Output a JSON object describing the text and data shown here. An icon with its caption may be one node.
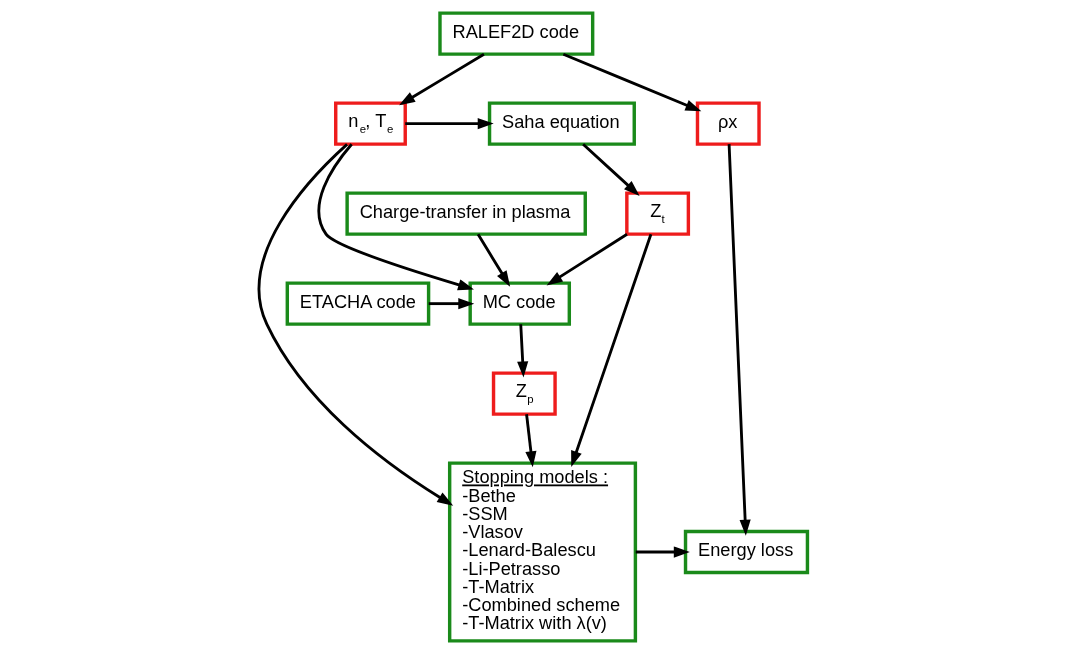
{
  "diagram": {
    "nodes": [
      {
        "text": [
          "RALEF2D code"
        ]
      },
      {
        "text": [
          "ρx"
        ]
      },
      {
        "text": [
          "n$_{e}$, T$_{e}$"
        ]
      },
      {
        "text": [
          "Saha equation"
        ]
      },
      {
        "text": [
          "Z$_{t}$"
        ]
      },
      {
        "text": [
          "ETACHA code"
        ]
      },
      {
        "text": [
          "MC code"
        ]
      },
      {
        "text": [
          "Stopping models :",
          "-Bethe",
          "-SSM",
          "-Vlasov",
          "-Lenard-Balescu",
          "-Li-Petrasso",
          "-T-Matrix",
          "-Combined scheme",
          "-T-Matrix with λ(v)"
        ]
      },
      {
        "text": [
          "Charge-transfer in plasma"
        ]
      },
      {
        "text": [
          "Energy loss"
        ]
      },
      {
        "text": [
          "Z$_{p}$"
        ]
      }
    ],
    "edges": [
      {
        "from": 0,
        "to": 1,
        "arrow": "to"
      },
      {
        "from": 0,
        "to": 2,
        "arrow": "to"
      },
      {
        "from": 2,
        "to": 3,
        "arrow": "to"
      },
      {
        "from": 3,
        "to": 4,
        "arrow": "to"
      },
      {
        "from": 2,
        "to": 7,
        "arrow": "to"
      },
      {
        "from": 2,
        "to": 6,
        "arrow": "to"
      },
      {
        "from": 4,
        "to": 7,
        "arrow": "to"
      },
      {
        "from": 4,
        "to": 6,
        "arrow": "to"
      },
      {
        "from": 5,
        "to": 6,
        "arrow": "to"
      },
      {
        "from": 8,
        "to": 6,
        "arrow": "to"
      },
      {
        "from": 1,
        "to": 9,
        "arrow": "to"
      },
      {
        "from": 6,
        "to": 10,
        "arrow": "to"
      },
      {
        "from": 10,
        "to": 7,
        "arrow": "to"
      },
      {
        "from": 7,
        "to": 9,
        "arrow": "to"
      }
    ]
  }
}
